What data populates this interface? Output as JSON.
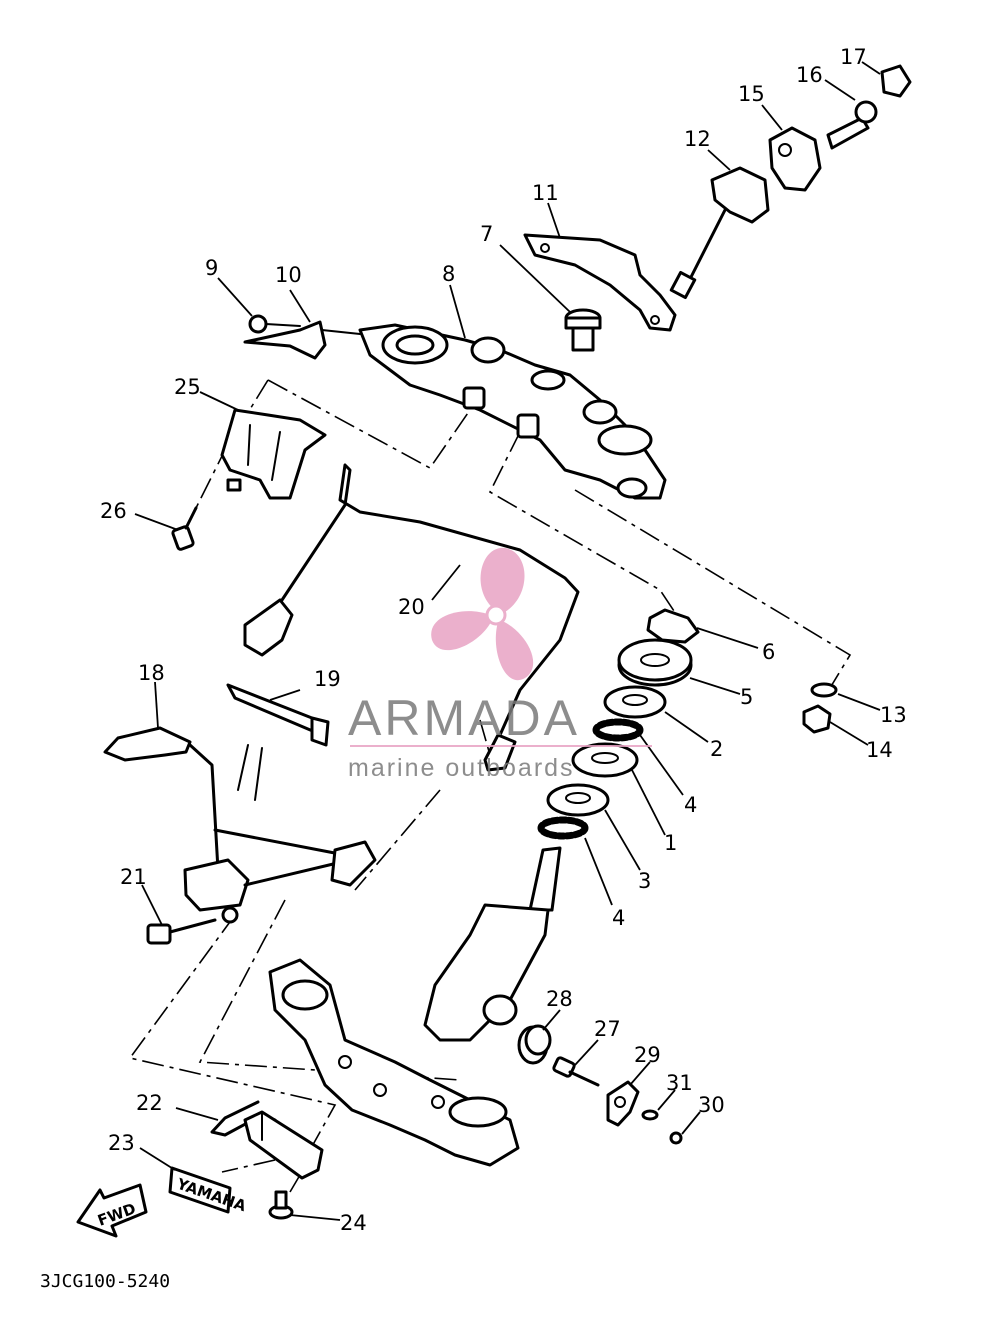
{
  "diagram_code": "3JCG100-5240",
  "watermark": {
    "brand": "ARMADA",
    "tagline": "marine outboards",
    "accent_color": "#e8a3c4",
    "text_color": "#7a7a7a"
  },
  "fwd_label": "FWD",
  "nameplate_label": "YAMAHA",
  "callouts": [
    {
      "id": "c1",
      "label": "1"
    },
    {
      "id": "c2",
      "label": "2"
    },
    {
      "id": "c3",
      "label": "3"
    },
    {
      "id": "c4a",
      "label": "4"
    },
    {
      "id": "c4b",
      "label": "4"
    },
    {
      "id": "c5",
      "label": "5"
    },
    {
      "id": "c6",
      "label": "6"
    },
    {
      "id": "c7",
      "label": "7"
    },
    {
      "id": "c8",
      "label": "8"
    },
    {
      "id": "c9",
      "label": "9"
    },
    {
      "id": "c10",
      "label": "10"
    },
    {
      "id": "c11",
      "label": "11"
    },
    {
      "id": "c12",
      "label": "12"
    },
    {
      "id": "c13",
      "label": "13"
    },
    {
      "id": "c14",
      "label": "14"
    },
    {
      "id": "c15",
      "label": "15"
    },
    {
      "id": "c16",
      "label": "16"
    },
    {
      "id": "c17",
      "label": "17"
    },
    {
      "id": "c18",
      "label": "18"
    },
    {
      "id": "c19",
      "label": "19"
    },
    {
      "id": "c20",
      "label": "20"
    },
    {
      "id": "c21",
      "label": "21"
    },
    {
      "id": "c22",
      "label": "22"
    },
    {
      "id": "c23",
      "label": "23"
    },
    {
      "id": "c24",
      "label": "24"
    },
    {
      "id": "c25",
      "label": "25"
    },
    {
      "id": "c26",
      "label": "26"
    },
    {
      "id": "c27",
      "label": "27"
    },
    {
      "id": "c28",
      "label": "28"
    },
    {
      "id": "c29",
      "label": "29"
    },
    {
      "id": "c30",
      "label": "30"
    },
    {
      "id": "c31",
      "label": "31"
    }
  ]
}
